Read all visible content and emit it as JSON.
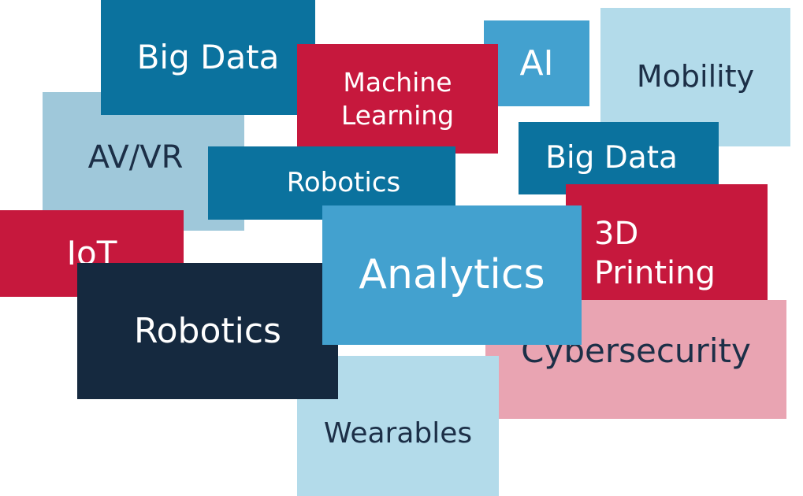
{
  "colors": {
    "dark_navy": "#15293f",
    "teal_blue": "#0b729e",
    "sky_blue": "#43a1cf",
    "pale_blue_a": "#9fc8da",
    "pale_blue_b": "#b3dbea",
    "crimson": "#c6183d",
    "rose": "#e9a4b2",
    "white_text": "#ffffff",
    "navy_text": "#1c2f47"
  },
  "tiles": [
    {
      "key": "mobility",
      "label": "Mobility"
    },
    {
      "key": "av_vr",
      "label": "AV/VR"
    },
    {
      "key": "big_data_1",
      "label": "Big Data"
    },
    {
      "key": "ai",
      "label": "AI"
    },
    {
      "key": "machine_learning",
      "label": "Machine\nLearning"
    },
    {
      "key": "big_data_2",
      "label": "Big Data"
    },
    {
      "key": "robotics_1",
      "label": "Robotics"
    },
    {
      "key": "iot",
      "label": "IoT"
    },
    {
      "key": "printing_3d",
      "label": "3D\nPrinting"
    },
    {
      "key": "cybersecurity",
      "label": "Cybersecurity"
    },
    {
      "key": "wearables",
      "label": "Wearables"
    },
    {
      "key": "robotics_2",
      "label": "Robotics"
    },
    {
      "key": "analytics",
      "label": "Analytics"
    }
  ]
}
